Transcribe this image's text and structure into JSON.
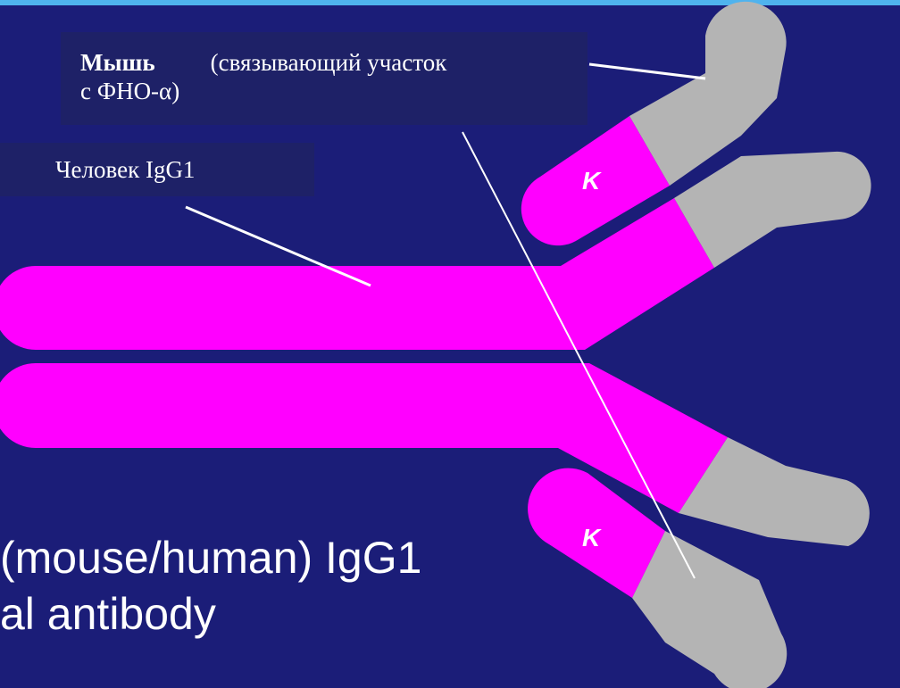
{
  "colors": {
    "background": "#1b1d78",
    "top_bar": "#4fb3ee",
    "human_region": "#ff00ff",
    "mouse_region": "#b4b4b4",
    "label_box": "#1e2167",
    "text": "#ffffff"
  },
  "labels": {
    "mouse_bold": "Мышь",
    "mouse_desc_line1": "(связывающий участок",
    "mouse_desc_line2": "с ФНО-α)",
    "human": "Человек IgG1",
    "kappa_top": "K",
    "kappa_bottom": "K"
  },
  "caption": {
    "line1": "(mouse/human) IgG1",
    "line2": "al antibody"
  }
}
